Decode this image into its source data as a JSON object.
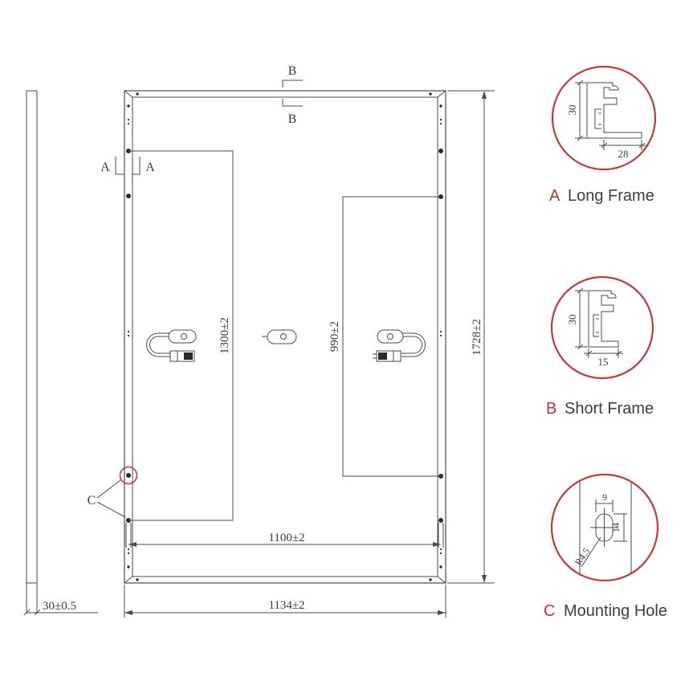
{
  "colors": {
    "red": "#c23a3e",
    "line": "#4a4a4a",
    "text": "#3a3a3a"
  },
  "side_view": {
    "thickness_dim": "30±0.5"
  },
  "panel": {
    "width_dim": "1134±2",
    "height_dim": "1728±2",
    "mount_width_dim": "1100±2",
    "long_spacing_dim": "1300±2",
    "short_spacing_dim": "990±2",
    "section_a": "A",
    "section_b": "B",
    "section_c": "C"
  },
  "details": [
    {
      "letter": "A",
      "title": "Long Frame",
      "height_dim": "30",
      "width_dim": "28"
    },
    {
      "letter": "B",
      "title": "Short Frame",
      "height_dim": "30",
      "width_dim": "15"
    },
    {
      "letter": "C",
      "title": "Mounting Hole",
      "width_dim": "9",
      "height_dim": "14",
      "radius_dim": "R4.5"
    }
  ]
}
